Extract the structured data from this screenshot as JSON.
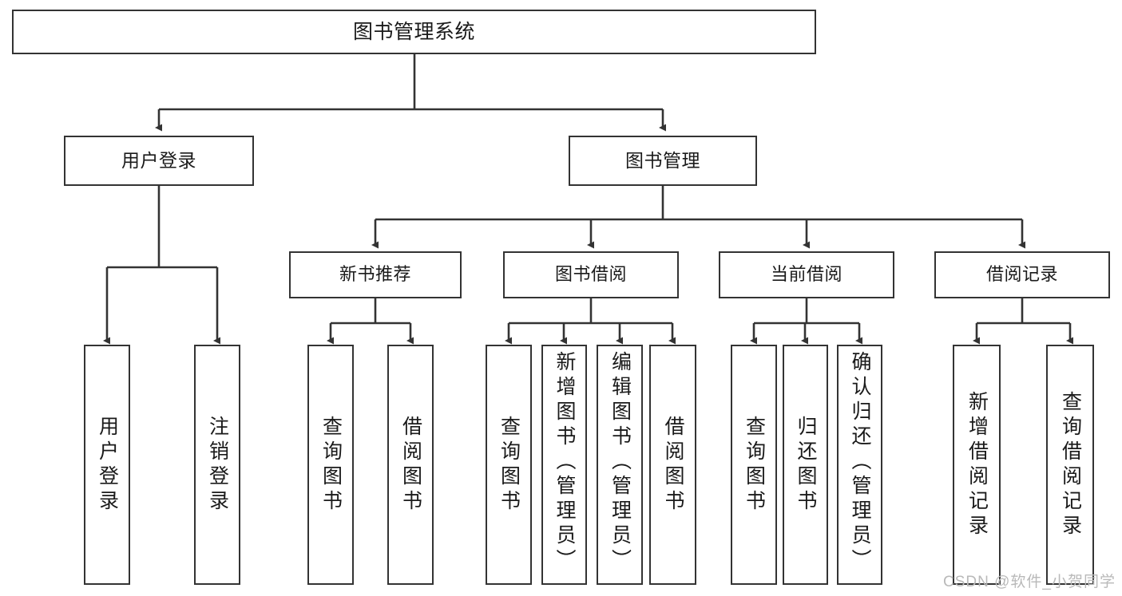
{
  "diagram": {
    "title": "图书管理系统",
    "type": "tree-hierarchy",
    "watermark": "CSDN @软件_小贺同学",
    "colors": {
      "box_border": "#333333",
      "box_fill": "#ffffff",
      "edge": "#333333",
      "text": "#1a1a1a",
      "watermark": "#b9b9b9"
    },
    "root": {
      "label": "图书管理系统"
    },
    "level1": [
      {
        "id": "user-login",
        "label": "用户登录"
      },
      {
        "id": "book-management",
        "label": "图书管理"
      }
    ],
    "level2": [
      {
        "id": "new-book-recommend",
        "label": "新书推荐",
        "parent": "book-management"
      },
      {
        "id": "book-borrow",
        "label": "图书借阅",
        "parent": "book-management"
      },
      {
        "id": "current-borrow",
        "label": "当前借阅",
        "parent": "book-management"
      },
      {
        "id": "borrow-record",
        "label": "借阅记录",
        "parent": "book-management"
      }
    ],
    "leaves": [
      {
        "id": "leaf-user-login",
        "label": "用户登录",
        "parent": "user-login"
      },
      {
        "id": "leaf-logout-login",
        "label": "注销登录",
        "parent": "user-login"
      },
      {
        "id": "leaf-query-book-1",
        "label": "查询图书",
        "parent": "new-book-recommend"
      },
      {
        "id": "leaf-borrow-book-1",
        "label": "借阅图书",
        "parent": "new-book-recommend"
      },
      {
        "id": "leaf-query-book-2",
        "label": "查询图书",
        "parent": "book-borrow"
      },
      {
        "id": "leaf-add-book",
        "label": "新增图书（管理员）",
        "parent": "book-borrow"
      },
      {
        "id": "leaf-edit-book",
        "label": "编辑图书（管理员）",
        "parent": "book-borrow"
      },
      {
        "id": "leaf-borrow-book-2",
        "label": "借阅图书",
        "parent": "book-borrow"
      },
      {
        "id": "leaf-query-book-3",
        "label": "查询图书",
        "parent": "current-borrow"
      },
      {
        "id": "leaf-return-book",
        "label": "归还图书",
        "parent": "current-borrow"
      },
      {
        "id": "leaf-confirm-return",
        "label": "确认归还（管理员）",
        "parent": "current-borrow"
      },
      {
        "id": "leaf-add-record",
        "label": "新增借阅记录",
        "parent": "borrow-record"
      },
      {
        "id": "leaf-query-record",
        "label": "查询借阅记录",
        "parent": "borrow-record"
      }
    ]
  }
}
